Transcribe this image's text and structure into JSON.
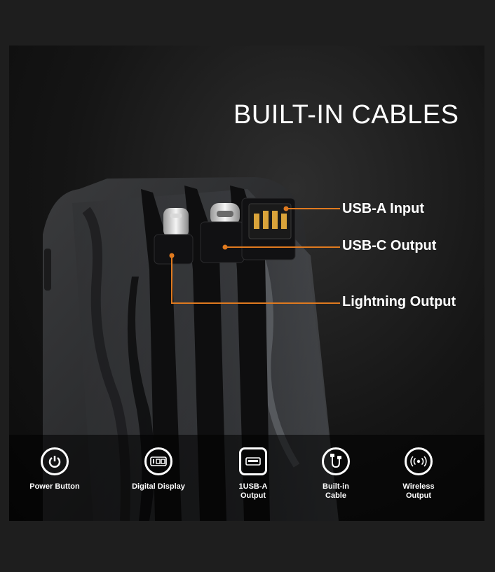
{
  "headline": "BUILT-IN CABLES",
  "callouts": {
    "usb_a": "USB-A Input",
    "usb_c": "USB-C Output",
    "lightning": "Lightning Output"
  },
  "features": [
    {
      "icon": "power-icon",
      "label": "Power Button"
    },
    {
      "icon": "digital-display-icon",
      "label": "Digital Display"
    },
    {
      "icon": "usb-a-port-icon",
      "label": "1USB-A\nOutput"
    },
    {
      "icon": "cable-icon",
      "label": "Built-in\nCable"
    },
    {
      "icon": "wireless-icon",
      "label": "Wireless\nOutput"
    }
  ],
  "colors": {
    "accent": "#e07a1f",
    "text": "#ffffff",
    "background": "#1e1e1e"
  }
}
